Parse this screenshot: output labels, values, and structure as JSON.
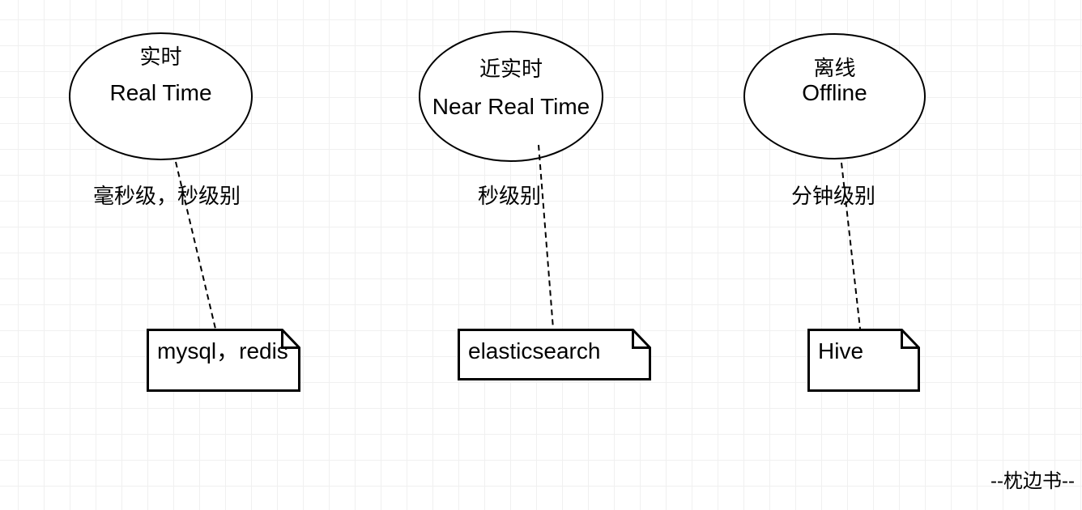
{
  "diagram": {
    "nodes": [
      {
        "title_zh": "实时",
        "title_en": "Real Time",
        "latency_label": "毫秒级，秒级别",
        "note": "mysql，redis"
      },
      {
        "title_zh": "近实时",
        "title_en": "Near Real Time",
        "latency_label": "秒级别",
        "note": "elasticsearch"
      },
      {
        "title_zh": "离线",
        "title_en": "Offline",
        "latency_label": "分钟级别",
        "note": "Hive"
      }
    ],
    "signature": "--枕边书--",
    "colors": {
      "stroke": "#000000",
      "fill": "#ffffff",
      "grid_line": "#f0f0f0"
    }
  }
}
